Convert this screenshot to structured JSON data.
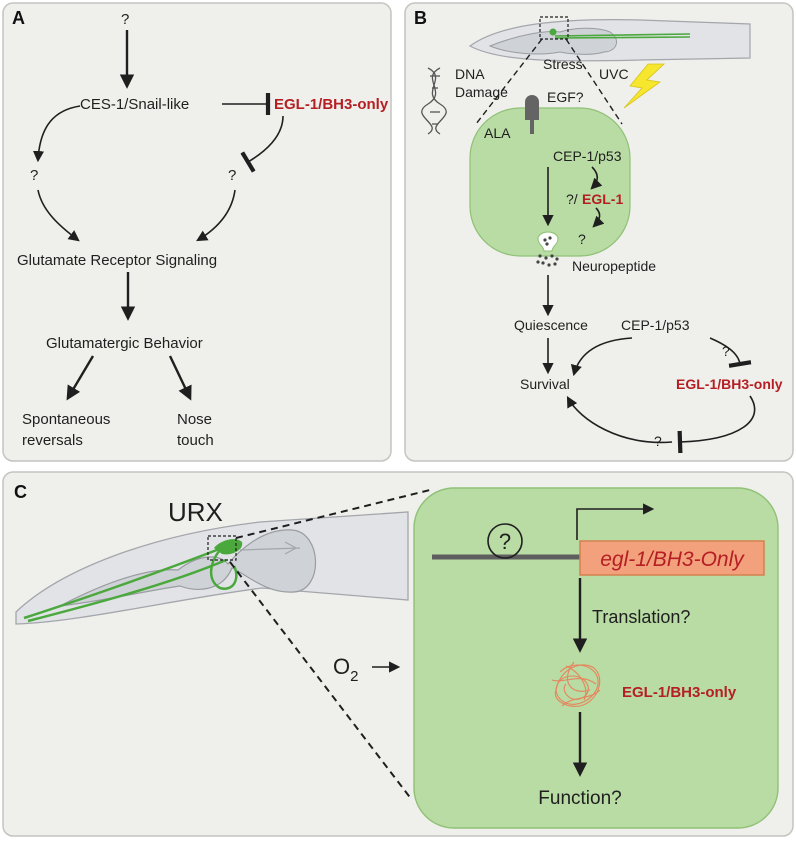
{
  "panel_a": {
    "letter": "A",
    "question_top": "?",
    "ces1": "CES-1/Snail-like",
    "egl1": "EGL-1/BH3-only",
    "q_left": "?",
    "q_right": "?",
    "signaling": "Glutamate Receptor Signaling",
    "behavior": "Glutamatergic Behavior",
    "spont_line1": "Spontaneous",
    "spont_line2": "reversals",
    "nose_line1": "Nose",
    "nose_line2": "touch"
  },
  "panel_b": {
    "letter": "B",
    "stress": "Stress",
    "dna_line1": "DNA",
    "dna_line2": "Damage",
    "uvc": "UVC",
    "egf": "EGF?",
    "ala": "ALA",
    "cep1": "CEP-1/p53",
    "q_egl_prefix": "?/",
    "egl1": "EGL-1",
    "q_small": "?",
    "neuropeptide": "Neuropeptide",
    "quiescence": "Quiescence",
    "cep1_lower": "CEP-1/p53",
    "q_lower_right": "?",
    "survival": "Survival",
    "egl1_bh3": "EGL-1/BH3-only",
    "q_bottom": "?"
  },
  "panel_c": {
    "letter": "C",
    "urx": "URX",
    "o2_main": "O",
    "o2_sub": "2",
    "q_circle": "?",
    "gene": "egl-1/BH3-Only",
    "translation": "Translation?",
    "egl1_bh3": "EGL-1/BH3-only",
    "function": "Function?"
  },
  "colors": {
    "panel_bg": "#efefeb",
    "green_fill": "#b9dba4",
    "green_line": "#4aa83c",
    "red_text": "#b51f24",
    "gene_box": "#f3a07c"
  }
}
